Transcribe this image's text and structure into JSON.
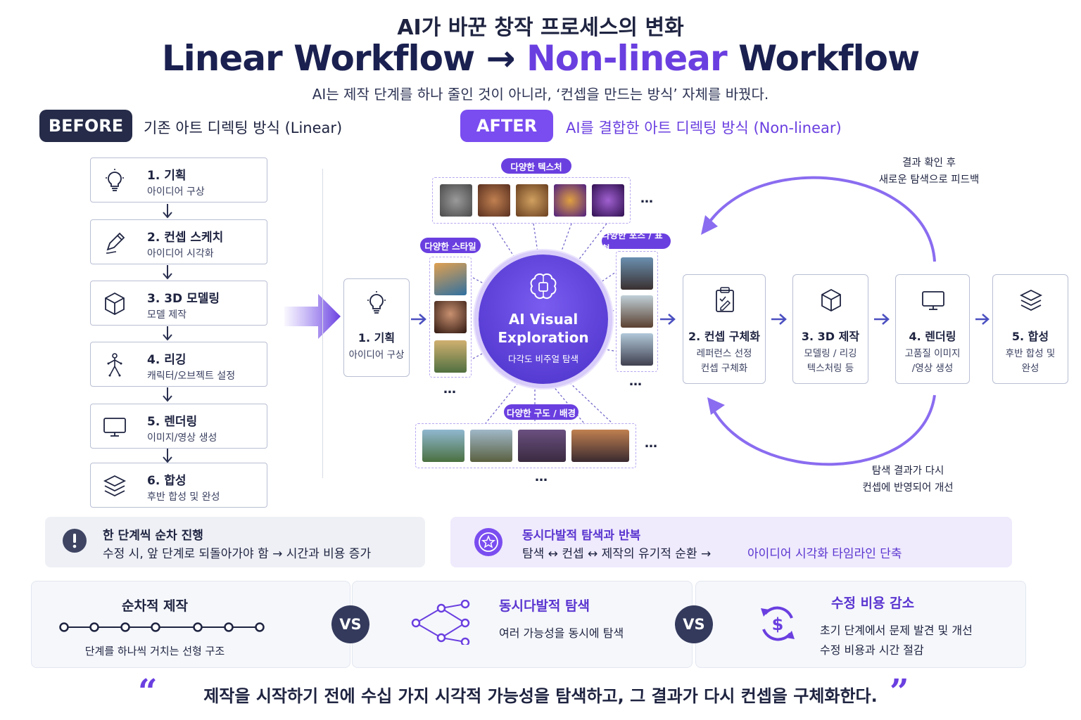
{
  "header": {
    "subtitle": "AI가 바꾼 창작 프로세스의 변화",
    "title_linear": "Linear Workflow",
    "title_arrow": "→",
    "title_nonlinear": "Non-linear",
    "title_workflow": "Workflow",
    "tagline": "AI는 제작 단계를 하나 줄인 것이 아니라, ‘컨셉을 만드는 방식’ 자체를 바꿨다."
  },
  "before": {
    "badge": "BEFORE",
    "label": "기존 아트 디렉팅 방식 (Linear)",
    "steps": [
      {
        "title": "1. 기획",
        "sub": "아이디어 구상",
        "icon": "lightbulb-icon"
      },
      {
        "title": "2. 컨셉 스케치",
        "sub": "아이디어 시각화",
        "icon": "pencil-icon"
      },
      {
        "title": "3. 3D 모델링",
        "sub": "모델 제작",
        "icon": "cube-icon"
      },
      {
        "title": "4. 리깅",
        "sub": "캐릭터/오브젝트 설정",
        "icon": "skeleton-icon"
      },
      {
        "title": "5. 렌더링",
        "sub": "이미지/영상 생성",
        "icon": "monitor-icon"
      },
      {
        "title": "6. 합성",
        "sub": "후반 합성 및 완성",
        "icon": "layers-icon"
      }
    ],
    "info_title": "한 단계씩 순차 진행",
    "info_sub": "수정 시, 앞 단계로 되돌아가야 함  →   시간과 비용 증가"
  },
  "after": {
    "badge": "AFTER",
    "label": "AI를 결합한 아트 디렉팅 방식 (Non-linear)",
    "plan": {
      "title": "1. 기획",
      "sub": "아이디어 구상"
    },
    "hub": {
      "title_1": "AI Visual",
      "title_2": "Exploration",
      "sub": "다각도 비주얼 탐색"
    },
    "tags": {
      "texture": "다양한 텍스처",
      "style": "다양한 스타일",
      "pose": "다양한 포즈 / 표현",
      "composition": "다양한 구도 / 배경"
    },
    "ellipsis": "…",
    "steps": [
      {
        "title": "2. 컨셉 구체화",
        "sub_1": "레퍼런스 선정",
        "sub_2": "컨셉 구체화",
        "icon": "clipboard-icon"
      },
      {
        "title": "3. 3D 제작",
        "sub_1": "모델링 / 리깅",
        "sub_2": "텍스처링 등",
        "icon": "cube-icon"
      },
      {
        "title": "4. 렌더링",
        "sub_1": "고품질 이미지",
        "sub_2": "/영상 생성",
        "icon": "monitor-icon"
      },
      {
        "title": "5. 합성",
        "sub_1": "후반 합성 및",
        "sub_2": "완성",
        "icon": "layers-icon"
      }
    ],
    "loop_top_1": "결과 확인 후",
    "loop_top_2": "새로운 탐색으로 피드백",
    "loop_bottom_1": "탐색 결과가 다시",
    "loop_bottom_2": "컨셉에 반영되어 개선",
    "info_title": "동시다발적 탐색과 반복",
    "info_sub_1": "탐색 ↔ 컨셉 ↔ 제작의 유기적 순환   →",
    "info_sub_2": "아이디어 시각화 타임라인 단축"
  },
  "compare": {
    "card1_title": "순차적 제작",
    "card1_sub": "단계를 하나씩 거치는 선형 구조",
    "vs": "VS",
    "card2_title": "동시다발적 탐색",
    "card2_sub": "여러 가능성을 동시에 탐색",
    "card3_title": "수정 비용 감소",
    "card3_sub_1": "초기 단계에서 문제 발견 및 개선",
    "card3_sub_2": "수정 비용과 시간 절감"
  },
  "quote": {
    "open": "“",
    "text": "제작을 시작하기 전에 수십 가지 시각적 가능성을 탐색하고, 그 결과가 다시 컨셉을 구체화한다.",
    "close": "”"
  },
  "colors": {
    "accent": "#6a3fe0",
    "dark": "#252b48",
    "hub": "#5a3fd8"
  }
}
